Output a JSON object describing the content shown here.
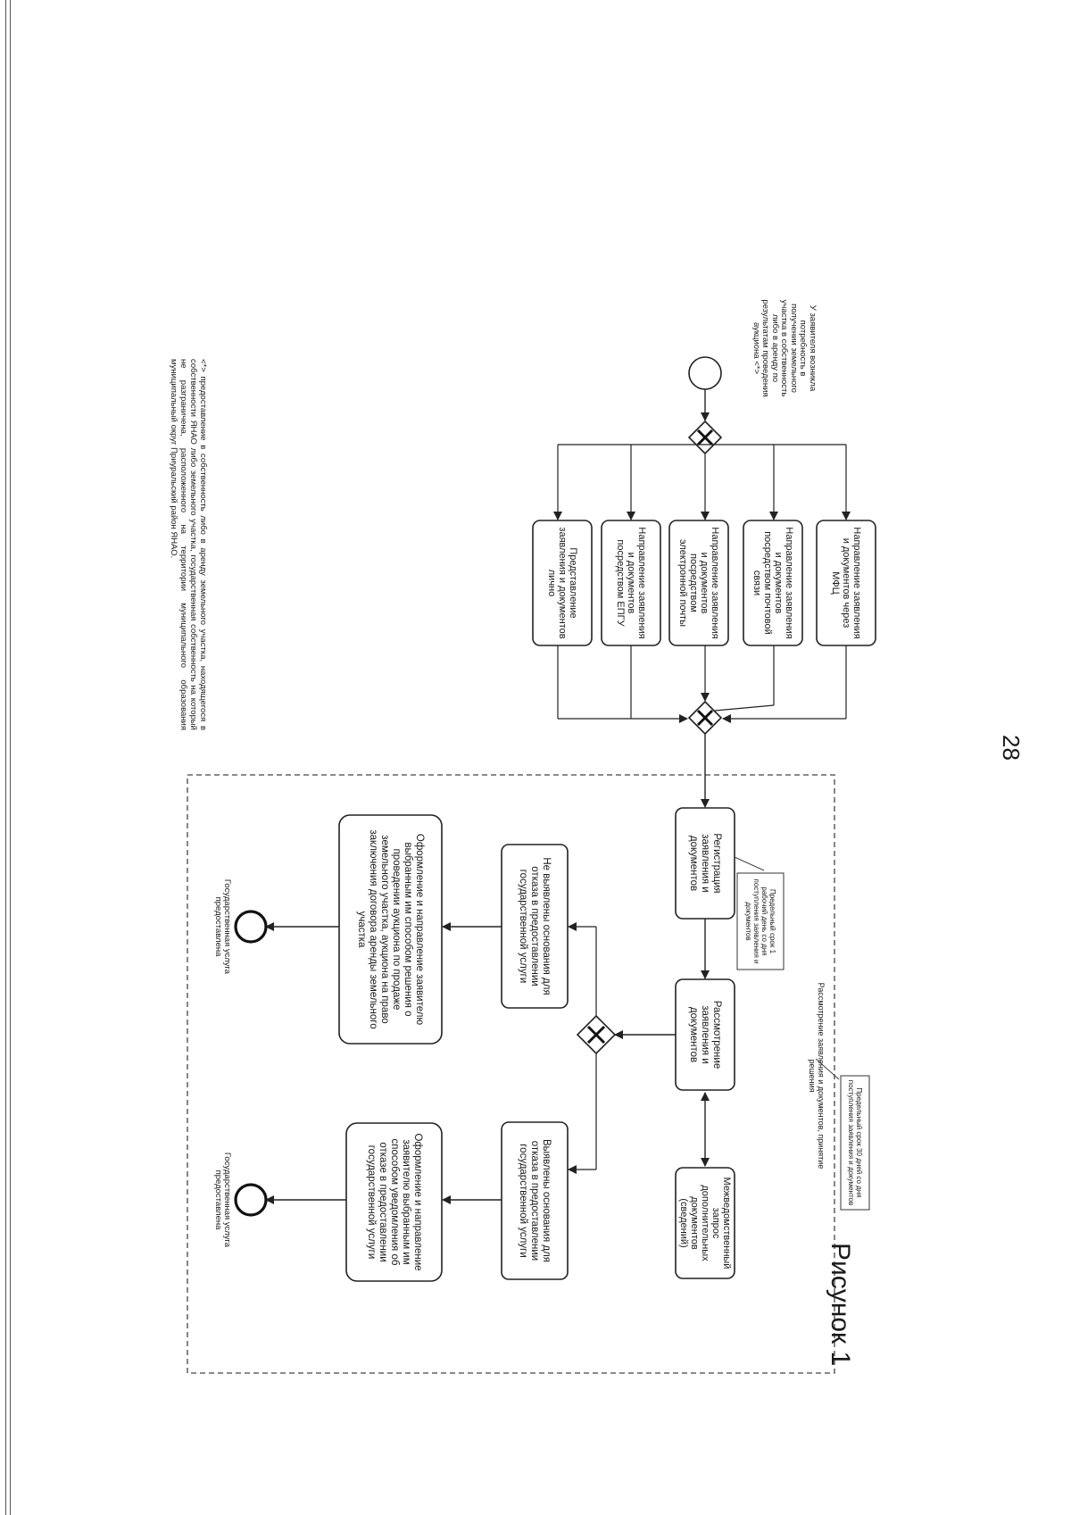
{
  "page": {
    "number": "28",
    "caption": "Рисунок 1"
  },
  "diagram": {
    "start_event": "У заявителя возникла потребность в получении земельного участка в собственность либо в аренду по результатам проведения аукциона <*>",
    "submission_channels": [
      "Направление заявления и документов через МФЦ",
      "Направление заявления и документов посредством почтовой связи",
      "Направление заявления и документов посредством электронной почты",
      "Направление заявления и документов посредством ЕПГУ",
      "Представление заявления и документов лично"
    ],
    "registration": "Регистрация заявления и документов",
    "registration_deadline": "Предельный срок 1 рабочий день со дня поступления заявления и документов",
    "review": "Рассмотрение заявления и документов",
    "review_deadline": "Предельный срок 30 дней со дня поступления заявления и документов",
    "stage_label": "Рассмотрение заявления и документов, принятие решения",
    "interagency_request": "Межведомственный запрос дополнительных документов (сведений)",
    "outcome_positive": "Не выявлены основания для отказа в предоставлении государственной услуги",
    "outcome_negative": "Выявлены основания для отказа в предоставлении государственной услуги",
    "action_positive": "Оформление и направление заявителю выбранным им способом решения о проведении аукциона по продаже земельного участка, аукциона на право заключения договора аренды земельного участка",
    "action_negative": "Оформление и направление заявителю выбранным им способом уведомления об отказе в предоставлении государственной услуги",
    "end_positive": "Государственная услуга предоставлена",
    "end_negative": "Государственная услуга предоставлена",
    "footnote": "<*> предоставление в собственность либо в аренду земельного участка, находящегося в собственности ЯНАО либо земельного участка, государственная собственность на который не разграничена, расположенного на территории муниципального образования муниципальный округ Приуральский район ЯНАО."
  }
}
